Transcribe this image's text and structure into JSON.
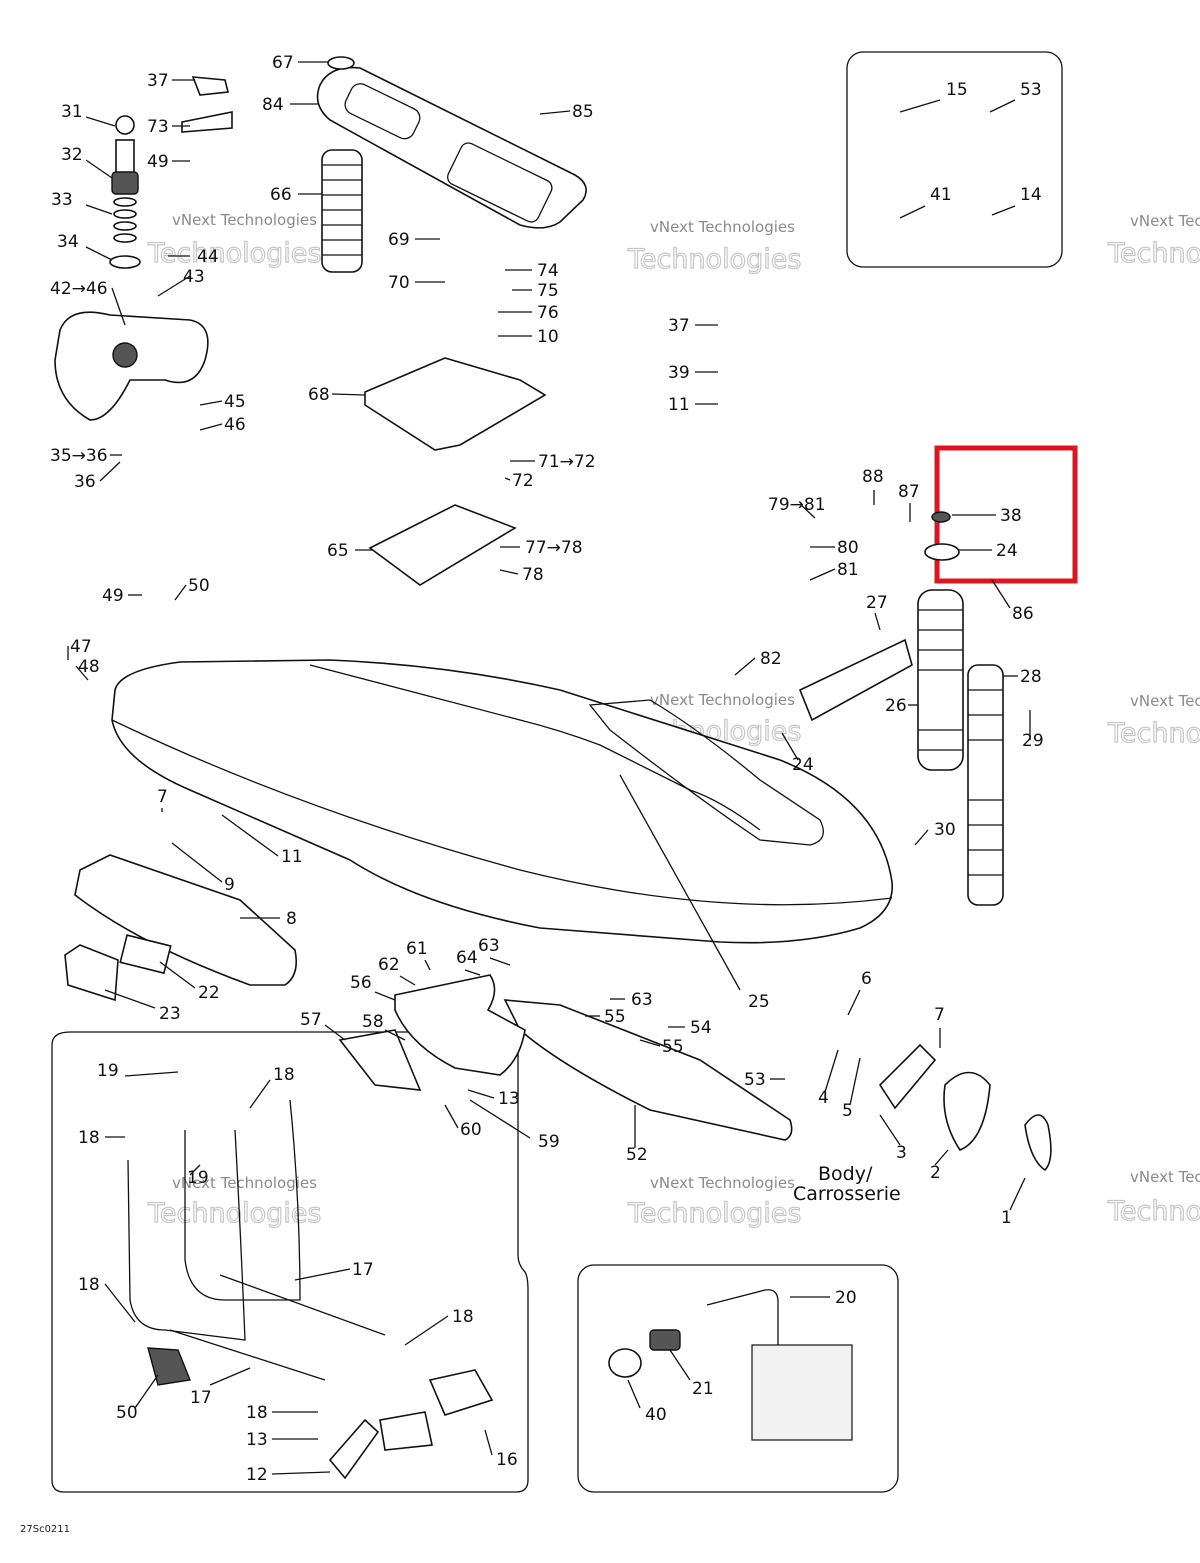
{
  "figure_code": "27Sc0211",
  "caption": {
    "line1": "Body/",
    "line2": "Carrosserie"
  },
  "watermark": {
    "line1": "vNext Technologies",
    "line2": "Technologies"
  },
  "highlight": {
    "color": "#e0141e",
    "parts": [
      "38",
      "24"
    ]
  },
  "callouts": [
    "67",
    "84",
    "85",
    "37",
    "73",
    "49",
    "31",
    "32",
    "33",
    "34",
    "66",
    "69",
    "70",
    "74",
    "75",
    "76",
    "10",
    "44",
    "43",
    "42→46",
    "45",
    "46",
    "35→36",
    "36",
    "68",
    "71→72",
    "72",
    "65",
    "77→78",
    "78",
    "49",
    "50",
    "47",
    "48",
    "7",
    "11",
    "9",
    "8",
    "22",
    "23",
    "15",
    "53",
    "41",
    "14",
    "37",
    "39",
    "11",
    "88",
    "87",
    "38",
    "24",
    "86",
    "79→81",
    "80",
    "81",
    "27",
    "82",
    "24",
    "26",
    "28",
    "29",
    "30",
    "25",
    "61",
    "64",
    "63",
    "62",
    "56",
    "57",
    "58",
    "13",
    "60",
    "59",
    "63",
    "55",
    "54",
    "55",
    "53",
    "52",
    "6",
    "7",
    "4",
    "5",
    "3",
    "2",
    "1",
    "19",
    "18",
    "18",
    "19",
    "17",
    "18",
    "50",
    "17",
    "18",
    "18",
    "13",
    "12",
    "16",
    "20",
    "21",
    "40"
  ]
}
